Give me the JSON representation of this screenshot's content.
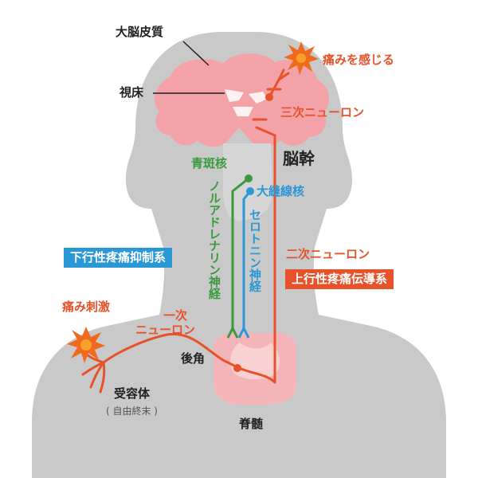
{
  "labels": {
    "cerebral_cortex": "大脳皮質",
    "thalamus": "視床",
    "feel_pain": "痛みを感じる",
    "third_neuron": "三次ニューロン",
    "brainstem": "脳幹",
    "locus_coeruleus": "青斑核",
    "raphe_magnus": "大縫線核",
    "noradrenaline_nerve": "ノルアドレナリン神経",
    "serotonin_nerve": "セロトニン神経",
    "descending_system": "下行性疼痛抑制系",
    "second_neuron": "二次ニューロン",
    "ascending_system": "上行性疼痛伝導系",
    "pain_stimulus": "痛み刺激",
    "first_neuron_line1": "一次",
    "first_neuron_line2": "ニューロン",
    "dorsal_horn": "後角",
    "receptor": "受容体",
    "free_endings": "( 自由終末 )",
    "spinal_cord": "脊髄"
  },
  "colors": {
    "silhouette": "#c9c9c9",
    "brain_fill": "#f3a3a8",
    "spinal_fill": "#f4b5b9",
    "ascending": "#e8522a",
    "noradrenaline": "#3a9a3e",
    "serotonin": "#2a97d6",
    "burst": "#f06a1e"
  },
  "icons": [
    "pain-burst-icon",
    "neuron-dot-icon"
  ]
}
